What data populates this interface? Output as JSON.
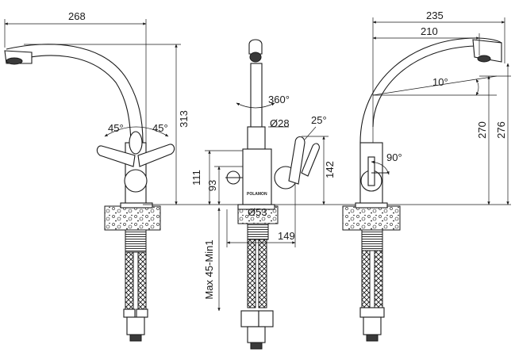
{
  "left_view": {
    "width_268": "268",
    "height_313": "313",
    "angle_left": "45°",
    "angle_right": "45°"
  },
  "center_view": {
    "rotation": "360°",
    "diameter_28": "Ø28",
    "angle_25": "25°",
    "height_111": "111",
    "height_93": "93",
    "height_142": "142",
    "diameter_53": "Ø53",
    "depth_149": "149",
    "thickness": "Max 45-Min1",
    "brand": "POLAMON"
  },
  "right_view": {
    "width_235": "235",
    "width_210": "210",
    "angle_10": "10°",
    "height_270": "270",
    "height_276": "276",
    "angle_90": "90°"
  }
}
